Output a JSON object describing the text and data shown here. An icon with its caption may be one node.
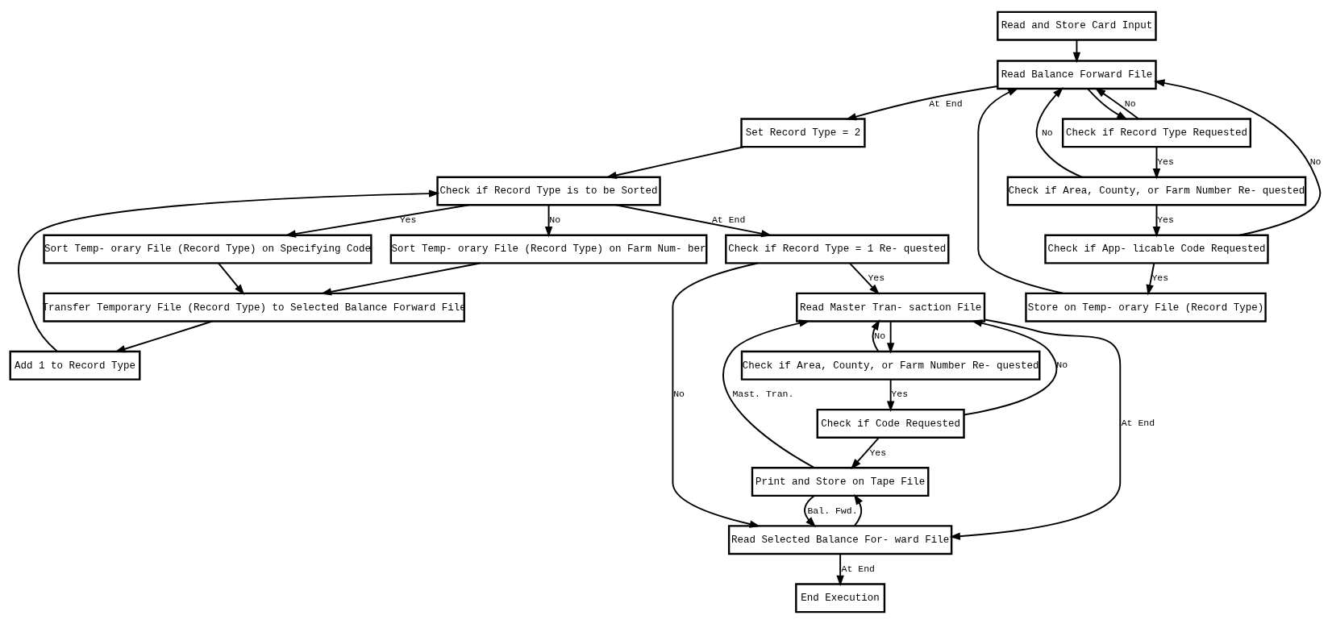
{
  "diagram": {
    "nodes": [
      {
        "text": [
          "Read and Store Card Input"
        ]
      },
      {
        "text": [
          "Read Balance Forward File"
        ]
      },
      {
        "text": [
          "Check if Record Type Requested"
        ]
      },
      {
        "text": [
          "Check if Area, County, or Farm Number Re- quested"
        ]
      },
      {
        "text": [
          "Check if App- licable Code Requested"
        ]
      },
      {
        "text": [
          "Store on Temp- orary File (Record Type)"
        ]
      },
      {
        "text": [
          "Set Record Type = 2"
        ]
      },
      {
        "text": [
          "Check if Record Type is to be Sorted"
        ]
      },
      {
        "text": [
          "Sort Temp- orary File (Record Type) on Specifying Code"
        ]
      },
      {
        "text": [
          "Sort Temp- orary File (Record Type) on Farm Num- ber"
        ]
      },
      {
        "text": [
          "Transfer Temporary File (Record Type) to Selected Balance Forward File"
        ]
      },
      {
        "text": [
          "Add 1 to Record Type"
        ]
      },
      {
        "text": [
          "Check if Record Type = 1 Re- quested"
        ]
      },
      {
        "text": [
          "Read Master Tran- saction File"
        ]
      },
      {
        "text": [
          "Check if Area, County, or Farm Number Re- quested"
        ]
      },
      {
        "text": [
          "Check if Code Requested"
        ]
      },
      {
        "text": [
          "Print and Store on Tape File"
        ]
      },
      {
        "text": [
          "End Execution"
        ]
      },
      {
        "text": [
          "Read Selected Balance For- ward File"
        ]
      }
    ],
    "edges": [
      {
        "from": 0,
        "to": 1,
        "arrow": "to"
      },
      {
        "from": 1,
        "to": 6,
        "arrow": "to",
        "label": "At End"
      },
      {
        "from": 1,
        "to": 2,
        "arrow": "to"
      },
      {
        "from": 2,
        "to": 1,
        "arrow": "to",
        "label": "No"
      },
      {
        "from": 2,
        "to": 3,
        "arrow": "to",
        "label": "Yes"
      },
      {
        "from": 3,
        "to": 1,
        "arrow": "to",
        "label": "No"
      },
      {
        "from": 3,
        "to": 4,
        "arrow": "to",
        "label": "Yes"
      },
      {
        "from": 4,
        "to": 1,
        "arrow": "to",
        "label": "No"
      },
      {
        "from": 4,
        "to": 5,
        "arrow": "to",
        "label": "Yes"
      },
      {
        "from": 5,
        "to": 1,
        "arrow": "to"
      },
      {
        "from": 6,
        "to": 7,
        "arrow": "to"
      },
      {
        "from": 7,
        "to": 12,
        "arrow": "to",
        "label": "At End"
      },
      {
        "from": 7,
        "to": 8,
        "arrow": "to",
        "label": "Yes"
      },
      {
        "from": 7,
        "to": 9,
        "arrow": "to",
        "label": "No"
      },
      {
        "from": 8,
        "to": 10,
        "arrow": "to"
      },
      {
        "from": 9,
        "to": 10,
        "arrow": "to"
      },
      {
        "from": 10,
        "to": 11,
        "arrow": "to"
      },
      {
        "from": 11,
        "to": 7,
        "arrow": "to"
      },
      {
        "from": 12,
        "to": 18,
        "arrow": "to",
        "label": "No"
      },
      {
        "from": 12,
        "to": 13,
        "arrow": "to",
        "label": "Yes"
      },
      {
        "from": 13,
        "to": 18,
        "arrow": "to",
        "label": "At End"
      },
      {
        "from": 13,
        "to": 14,
        "arrow": "to"
      },
      {
        "from": 14,
        "to": 13,
        "arrow": "to",
        "label": "No"
      },
      {
        "from": 14,
        "to": 15,
        "arrow": "to",
        "label": "Yes"
      },
      {
        "from": 15,
        "to": 13,
        "arrow": "to",
        "label": "No"
      },
      {
        "from": 15,
        "to": 16,
        "arrow": "to",
        "label": "Yes"
      },
      {
        "from": 16,
        "to": 13,
        "arrow": "to",
        "label": "Mast. Tran."
      },
      {
        "from": 16,
        "to": 18,
        "arrow": "to",
        "label": "Bal. Fwd."
      },
      {
        "from": 18,
        "to": 16,
        "arrow": "to"
      },
      {
        "from": 18,
        "to": 17,
        "arrow": "to",
        "label": "At End"
      }
    ]
  }
}
